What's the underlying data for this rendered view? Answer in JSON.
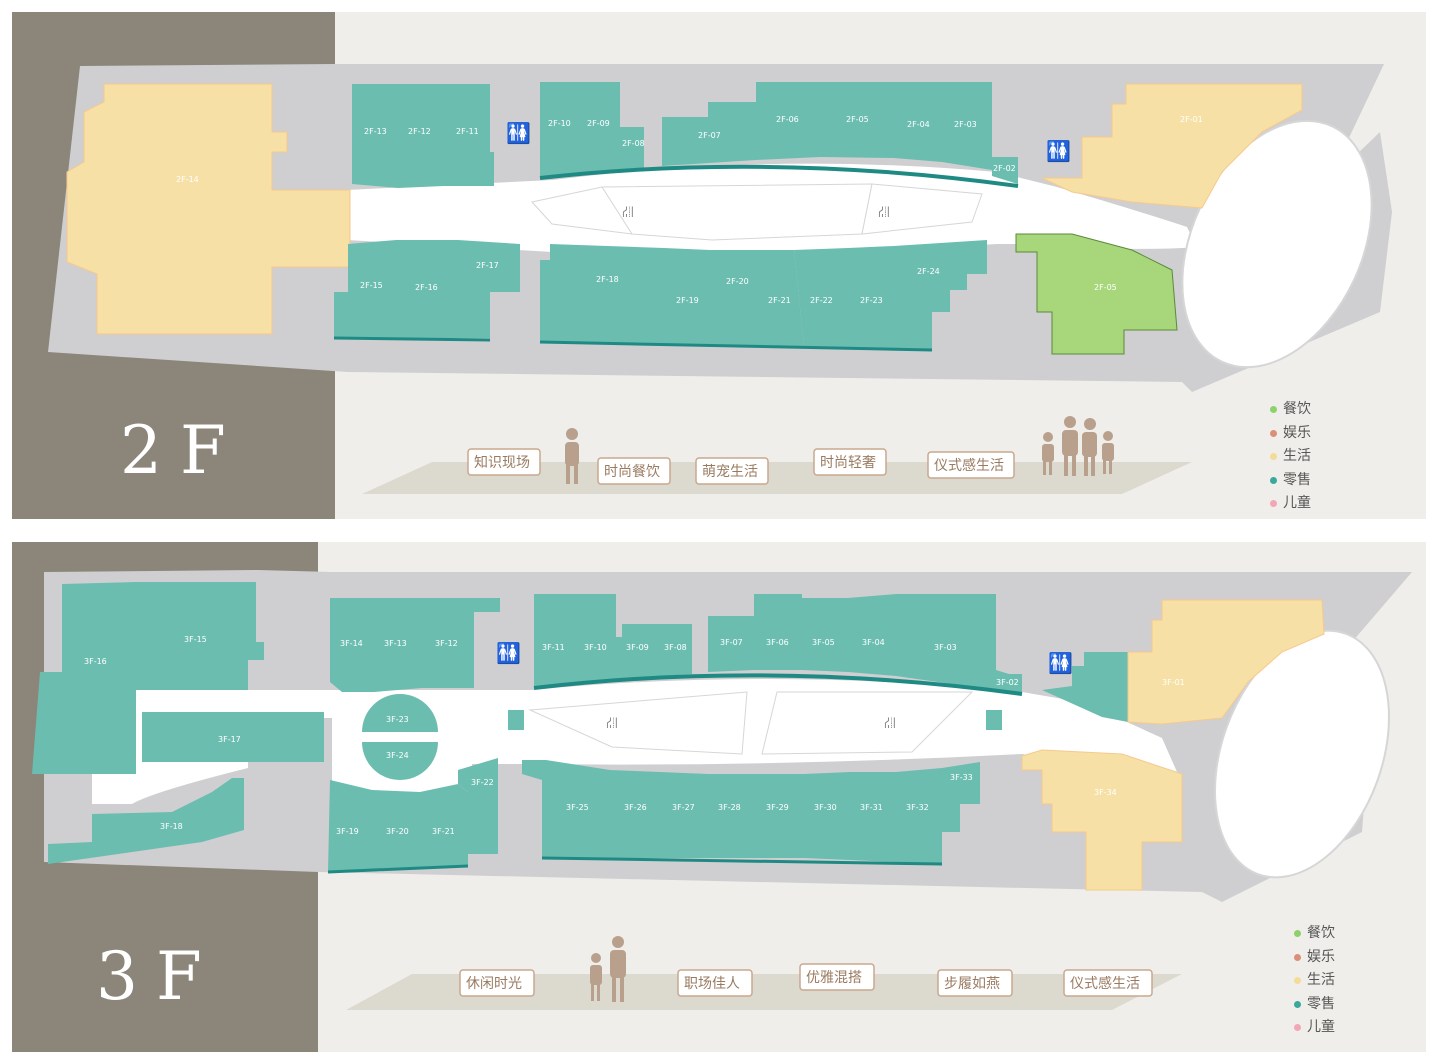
{
  "colors": {
    "retail": "#6bbdb0",
    "retail_dark": "#1f8a84",
    "life": "#f6e0a6",
    "food": "#a8d67a",
    "corridor": "#cfcfd1",
    "walkway": "#ffffff",
    "sidebar": "#8b857a",
    "bg": "#efeeea"
  },
  "legend": [
    {
      "label": "餐饮",
      "color": "#8ed06a"
    },
    {
      "label": "娱乐",
      "color": "#d98f78"
    },
    {
      "label": "生活",
      "color": "#f3dc96"
    },
    {
      "label": "零售",
      "color": "#3aa89a"
    },
    {
      "label": "儿童",
      "color": "#f3a7b5"
    }
  ],
  "floor2": {
    "floor_label": "2F",
    "units": {
      "u14": "2F-14",
      "u13": "2F-13",
      "u12": "2F-12",
      "u11": "2F-11",
      "u10": "2F-10",
      "u09": "2F-09",
      "u08": "2F-08",
      "u07": "2F-07",
      "u06": "2F-06",
      "u05": "2F-05",
      "u04": "2F-04",
      "u03": "2F-03",
      "u02": "2F-02",
      "u01": "2F-01",
      "u15": "2F-15",
      "u16": "2F-16",
      "u17": "2F-17",
      "u18": "2F-18",
      "u19": "2F-19",
      "u20": "2F-20",
      "u21": "2F-21",
      "u22": "2F-22",
      "u23": "2F-23",
      "u24": "2F-24",
      "u05b": "2F-05"
    },
    "themes": [
      "知识现场",
      "时尚餐饮",
      "萌宠生活",
      "时尚轻奢",
      "仪式感生活"
    ]
  },
  "floor3": {
    "floor_label": "3F",
    "units": {
      "u16": "3F-16",
      "u15": "3F-15",
      "u17": "3F-17",
      "u18": "3F-18",
      "u14": "3F-14",
      "u13": "3F-13",
      "u12": "3F-12",
      "u23": "3F-23",
      "u24": "3F-24",
      "u22": "3F-22",
      "u19": "3F-19",
      "u20": "3F-20",
      "u21": "3F-21",
      "u11": "3F-11",
      "u10": "3F-10",
      "u09": "3F-09",
      "u08": "3F-08",
      "u07": "3F-07",
      "u06": "3F-06",
      "u05": "3F-05",
      "u04": "3F-04",
      "u03": "3F-03",
      "u02": "3F-02",
      "u01": "3F-01",
      "u34": "3F-34",
      "u25": "3F-25",
      "u26": "3F-26",
      "u27": "3F-27",
      "u28": "3F-28",
      "u29": "3F-29",
      "u30": "3F-30",
      "u31": "3F-31",
      "u32": "3F-32",
      "u33": "3F-33"
    },
    "themes": [
      "休闲时光",
      "职场佳人",
      "优雅混搭",
      "步履如燕",
      "仪式感生活"
    ]
  }
}
